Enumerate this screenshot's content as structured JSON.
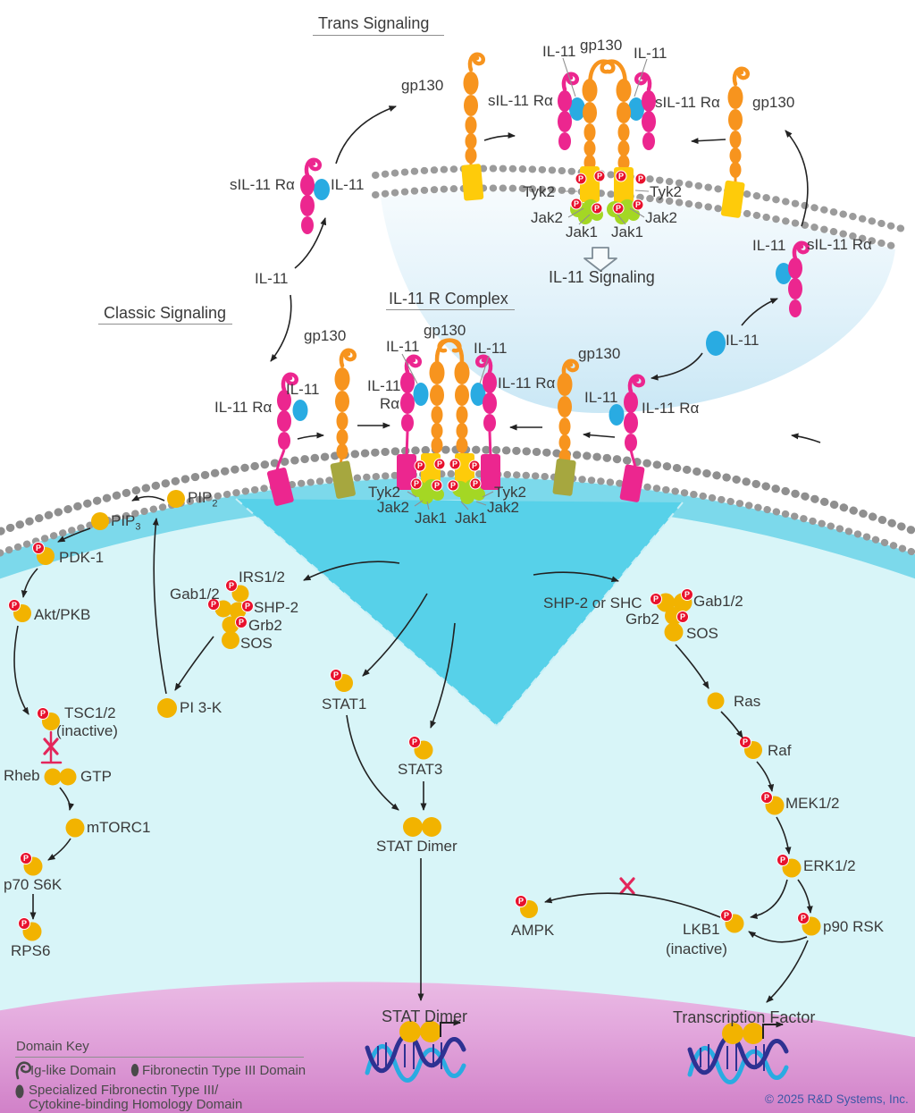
{
  "headings": {
    "trans": "Trans Signaling",
    "classic": "Classic Signaling",
    "complex": "IL-11 R Complex",
    "il11_signaling": "IL-11 Signaling",
    "domain_key": "Domain Key"
  },
  "proteins": {
    "gp130": "gp130",
    "il11": "IL-11",
    "il11ra": "IL-11 Rα",
    "ra": "Rα",
    "sil11ra": "sIL-11 Rα",
    "tyk2": "Tyk2",
    "jak2": "Jak2",
    "jak1": "Jak1"
  },
  "molecules": {
    "pip": "PIP",
    "pip2_sub": "2",
    "pip3_sub": "3",
    "pdk1": "PDK-1",
    "akt": "Akt/PKB",
    "tsc12": "TSC1/2",
    "inactive": "(inactive)",
    "rheb": "Rheb",
    "gtp": "GTP",
    "mtorc1": "mTORC1",
    "p70s6k": "p70 S6K",
    "rps6": "RPS6",
    "gab12": "Gab1/2",
    "irs12": "IRS1/2",
    "shp2": "SHP-2",
    "grb2": "Grb2",
    "sos": "SOS",
    "pi3k": "PI 3-K",
    "stat1": "STAT1",
    "stat3": "STAT3",
    "stat_dimer": "STAT Dimer",
    "shp2_or_shc": "SHP-2 or SHC",
    "ras": "Ras",
    "raf": "Raf",
    "mek12": "MEK1/2",
    "erk12": "ERK1/2",
    "p90rsk": "p90 RSK",
    "lkb1": "LKB1",
    "ampk": "AMPK",
    "transcription_factor": "Transcription Factor"
  },
  "phospho": "P",
  "domain_key": {
    "ig_like": "Ig-like Domain",
    "fn3": "Fibronectin Type III Domain",
    "specialized_line1": "Specialized Fibronectin Type III/",
    "specialized_line2": "Cytokine-binding Homology Domain"
  },
  "footer": {
    "copyright": "© 2025 R&D Systems, Inc."
  },
  "colors": {
    "gp130": "#F7941E",
    "il11_ra": "#EC268F",
    "il11": "#29ABE2",
    "jak": "#A4D724",
    "phospho": "#E8112D",
    "protein": "#F2B300",
    "membrane": "#8F8F8F",
    "cytoplasm": "#D8F5F8",
    "wedge": "#57D1E9",
    "nucleus": "#DD96D6",
    "inhibition": "#E3265B",
    "copyright_blue": "#3D57A6"
  }
}
